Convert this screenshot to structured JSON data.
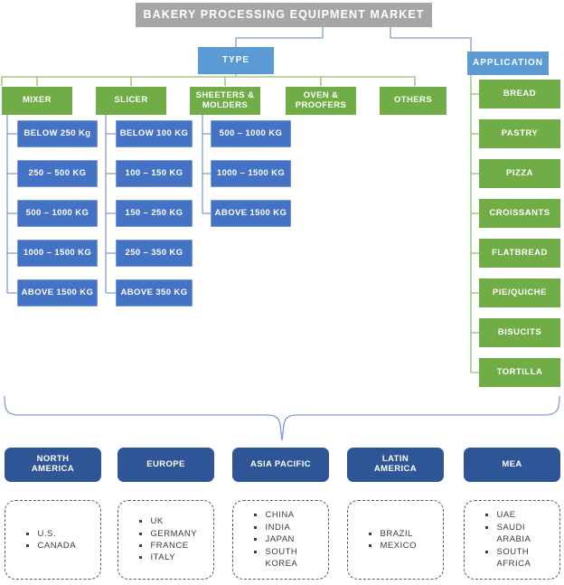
{
  "title": "BAKERY PROCESSING EQUIPMENT MARKET",
  "type_branch": {
    "label": "TYPE",
    "categories": [
      {
        "name": "MIXER",
        "items": [
          "BELOW 250 Kg",
          "250 – 500 KG",
          "500 – 1000 KG",
          "1000 – 1500 KG",
          "ABOVE 1500 KG"
        ]
      },
      {
        "name": "SLICER",
        "items": [
          "BELOW 100 KG",
          "100 – 150 KG",
          "150 – 250 KG",
          "250 – 350 KG",
          "ABOVE 350 KG"
        ]
      },
      {
        "name": "SHEETERS & MOLDERS",
        "items": [
          "500 – 1000 KG",
          "1000 – 1500 KG",
          "ABOVE 1500 KG"
        ]
      },
      {
        "name": "OVEN & PROOFERS",
        "items": []
      },
      {
        "name": "OTHERS",
        "items": []
      }
    ]
  },
  "application_branch": {
    "label": "APPLICATION",
    "items": [
      "BREAD",
      "PASTRY",
      "PIZZA",
      "CROISSANTS",
      "FLATBREAD",
      "PIE/QUICHE",
      "BISUCITS",
      "TORTILLA"
    ]
  },
  "regions": [
    {
      "name": "NORTH AMERICA",
      "countries": [
        "U.S.",
        "CANADA"
      ]
    },
    {
      "name": "EUROPE",
      "countries": [
        "UK",
        "GERMANY",
        "FRANCE",
        "ITALY"
      ]
    },
    {
      "name": "ASIA PACIFIC",
      "countries": [
        "CHINA",
        "INDIA",
        "JAPAN",
        "SOUTH KOREA"
      ]
    },
    {
      "name": "LATIN AMERICA",
      "countries": [
        "BRAZIL",
        "MEXICO"
      ]
    },
    {
      "name": "MEA",
      "countries": [
        "UAE",
        "SAUDI ARABIA",
        "SOUTH AFRICA"
      ]
    }
  ],
  "colors": {
    "title_bg": "#A6A6A6",
    "branch_bg": "#5B9BD5",
    "category_bg": "#70AD47",
    "subitem_bg": "#4472C4",
    "region_bg": "#2E5697",
    "connector_blue": "#7C9CD6",
    "connector_green": "#8FBF6B",
    "dashed_border": "#595959"
  }
}
